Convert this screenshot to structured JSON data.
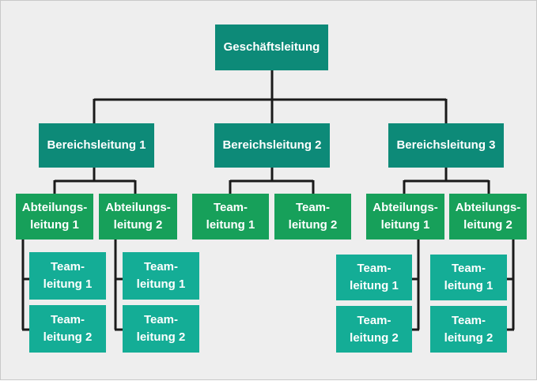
{
  "colors": {
    "management": "#0d8a78",
    "division": "#0d8a78",
    "department": "#17a05a",
    "team": "#14ad96",
    "connector": "#1a1a1a",
    "background": "#eeeeee"
  },
  "org": {
    "top": "Geschäftsleitung",
    "divisions": [
      {
        "label": "Bereichsleitung 1",
        "departments": [
          {
            "label": "Abteilungs-\nleitung 1",
            "teams": [
              "Team-\nleitung 1",
              "Team-\nleitung 2"
            ]
          },
          {
            "label": "Abteilungs-\nleitung 2",
            "teams": [
              "Team-\nleitung 1",
              "Team-\nleitung 2"
            ]
          }
        ]
      },
      {
        "label": "Bereichsleitung 2",
        "teams": [
          "Team-\nleitung 1",
          "Team-\nleitung 2"
        ]
      },
      {
        "label": "Bereichsleitung 3",
        "departments": [
          {
            "label": "Abteilungs-\nleitung 1",
            "teams": [
              "Team-\nleitung 1",
              "Team-\nleitung 2"
            ]
          },
          {
            "label": "Abteilungs-\nleitung 2",
            "teams": [
              "Team-\nleitung 1",
              "Team-\nleitung 2"
            ]
          }
        ]
      }
    ]
  }
}
